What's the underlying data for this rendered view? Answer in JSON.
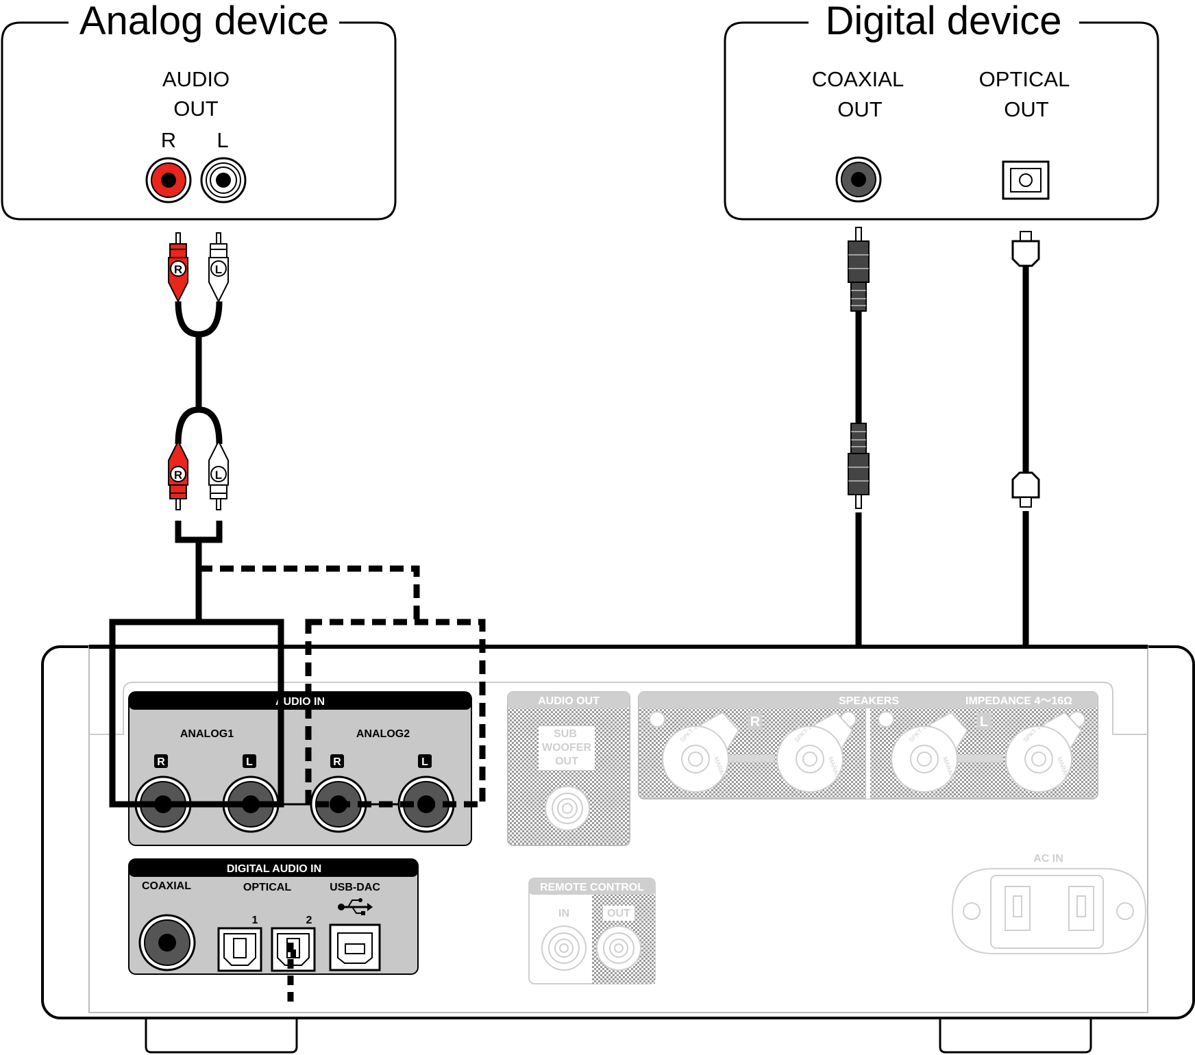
{
  "analog_device": {
    "title": "Analog device",
    "jack_label_line1": "AUDIO",
    "jack_label_line2": "OUT",
    "right_label": "R",
    "left_label": "L",
    "plug_right_letter": "R",
    "plug_left_letter": "L"
  },
  "digital_device": {
    "title": "Digital device",
    "coaxial_line1": "COAXIAL",
    "coaxial_line2": "OUT",
    "optical_line1": "OPTICAL",
    "optical_line2": "OUT"
  },
  "rear_panel": {
    "audio_in_title": "AUDIO IN",
    "analog1": "ANALOG1",
    "analog2": "ANALOG2",
    "r": "R",
    "l": "L",
    "digital_audio_in_title": "DIGITAL AUDIO IN",
    "coaxial": "COAXIAL",
    "optical": "OPTICAL",
    "usb_dac": "USB-DAC",
    "optical_1": "1",
    "optical_2": "2",
    "audio_out_title": "AUDIO OUT",
    "sub_line1": "SUB",
    "sub_line2": "WOOFER",
    "sub_line3": "OUT",
    "speakers_title": "SPEAKERS",
    "impedance": "IMPEDANCE 4～16Ω",
    "remote_control_title": "REMOTE CONTROL",
    "remote_in": "IN",
    "remote_out": "OUT",
    "ac_in": "AC IN",
    "terminal_brand": "MARANTZ",
    "terminal_model": "SPKT-1"
  },
  "colors": {
    "line": "#000000",
    "red_jack": "#e8261c",
    "panel_gray": "#c8c8c8",
    "ghost_gray": "#d0d0d0"
  }
}
